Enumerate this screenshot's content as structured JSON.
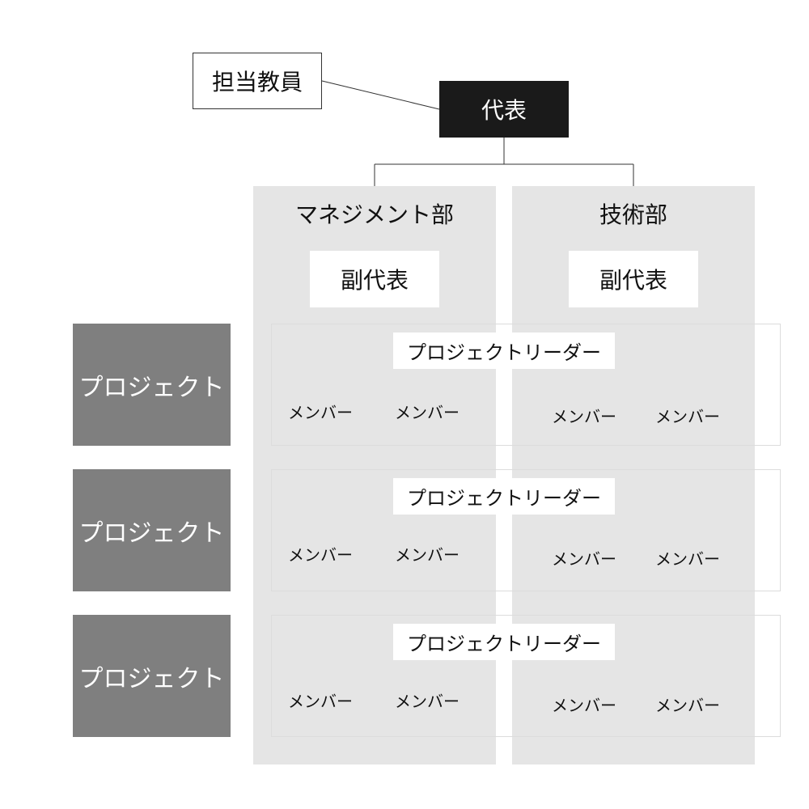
{
  "org": {
    "advisor": "担当教員",
    "representative": "代表",
    "departments": [
      {
        "name": "マネジメント部",
        "vice": "副代表"
      },
      {
        "name": "技術部",
        "vice": "副代表"
      }
    ],
    "projects": [
      {
        "label": "プロジェクト",
        "leader": "プロジェクトリーダー",
        "members": [
          "メンバー",
          "メンバー",
          "メンバー",
          "メンバー"
        ]
      },
      {
        "label": "プロジェクト",
        "leader": "プロジェクトリーダー",
        "members": [
          "メンバー",
          "メンバー",
          "メンバー",
          "メンバー"
        ]
      },
      {
        "label": "プロジェクト",
        "leader": "プロジェクトリーダー",
        "members": [
          "メンバー",
          "メンバー",
          "メンバー",
          "メンバー"
        ]
      }
    ]
  },
  "colors": {
    "representative_bg": "#1a1a1a",
    "department_bg": "#e5e5e5",
    "project_label_bg": "#7f7f7f"
  }
}
